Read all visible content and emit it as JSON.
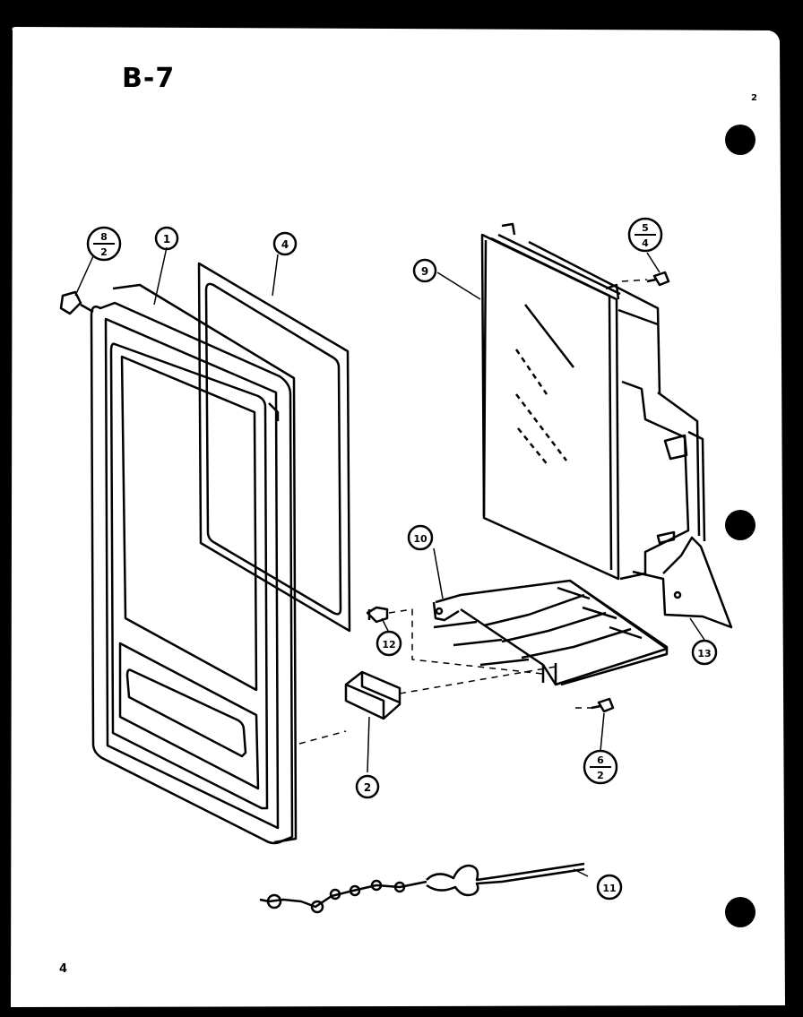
{
  "title": "B-7",
  "page_number": "4",
  "corner_mark": "2",
  "callouts": {
    "c1": "1",
    "c2": "2",
    "c4": "4",
    "c9": "9",
    "c10": "10",
    "c11": "11",
    "c12": "12",
    "c13": "13"
  },
  "fractions": {
    "f82": {
      "top": "8",
      "bottom": "2"
    },
    "f54": {
      "top": "5",
      "bottom": "4"
    },
    "f62": {
      "top": "6",
      "bottom": "2"
    }
  }
}
